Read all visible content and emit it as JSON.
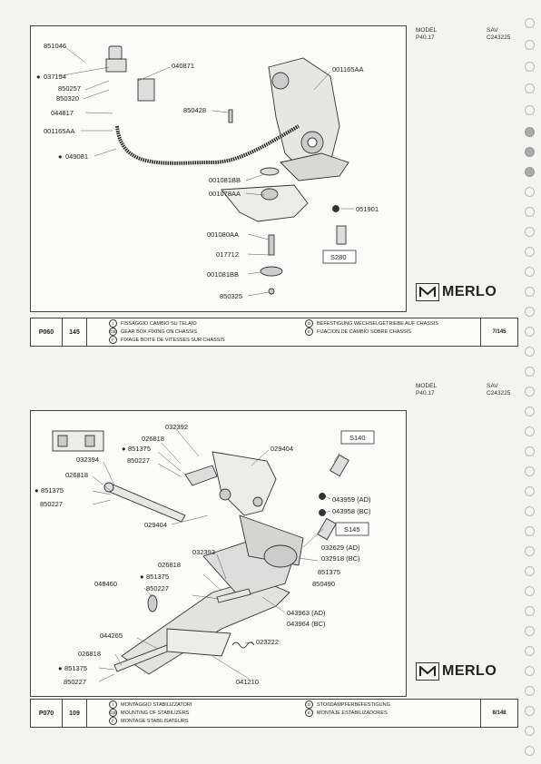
{
  "sheet1": {
    "model_label": "MODEL",
    "model_value": "P40.17",
    "sav_label": "SAV",
    "sav_value": "C243225",
    "parts": [
      "851046",
      "037154",
      "850257",
      "850320",
      "044817",
      "001165AA",
      "049081",
      "040871",
      "850428",
      "001165AA",
      "001081BB",
      "001078AA",
      "051901",
      "001080AA",
      "017712",
      "001081BB",
      "850325",
      "S280"
    ],
    "brand": "MERLO",
    "footer": {
      "code": "P060",
      "number": "145",
      "captions_left": [
        "FISSAGGIO CAMBIO SU TELAIO",
        "GEAR BOX FIXING ON CHASSIS",
        "FIXAGE BOITE DE VITESSES SUR CHASSIS"
      ],
      "lang_left": [
        "I",
        "GB",
        "F"
      ],
      "captions_right": [
        "BEFESTIGUNG WECHSELGETRIEBE AUF CHASSIS",
        "FIJACION DE CAMBIO SOBRE CHASSIS"
      ],
      "lang_right": [
        "D",
        "E"
      ],
      "page": "7/145"
    }
  },
  "sheet2": {
    "model_label": "MODEL",
    "model_value": "P40.17",
    "sav_label": "SAV",
    "sav_value": "C243225",
    "parts": [
      "032392",
      "026818",
      "851375",
      "850227",
      "029404",
      "032394",
      "026818",
      "851375",
      "850227",
      "S140",
      "043959 (AD)",
      "043958 (BC)",
      "S145",
      "029404",
      "032629 (AD)",
      "032918 (BC)",
      "851375",
      "850490",
      "032393",
      "026818",
      "851375",
      "850227",
      "048460",
      "043963 (AD)",
      "043964 (BC)",
      "044265",
      "023222",
      "026818",
      "851375",
      "850227",
      "041210"
    ],
    "brand": "MERLO",
    "footer": {
      "code": "P070",
      "number": "109",
      "captions_left": [
        "MONTAGGIO STABILIZZATORI",
        "MOUNTING OF STABILIZERS",
        "MONTAGE STABILISATEURS"
      ],
      "lang_left": [
        "I",
        "GB",
        "F"
      ],
      "captions_right": [
        "STOßDÄMPFERBEFESTIGUNG",
        "MONTAJE ESTABILIZADORES"
      ],
      "lang_right": [
        "D",
        "E"
      ],
      "page": "8/148"
    }
  }
}
